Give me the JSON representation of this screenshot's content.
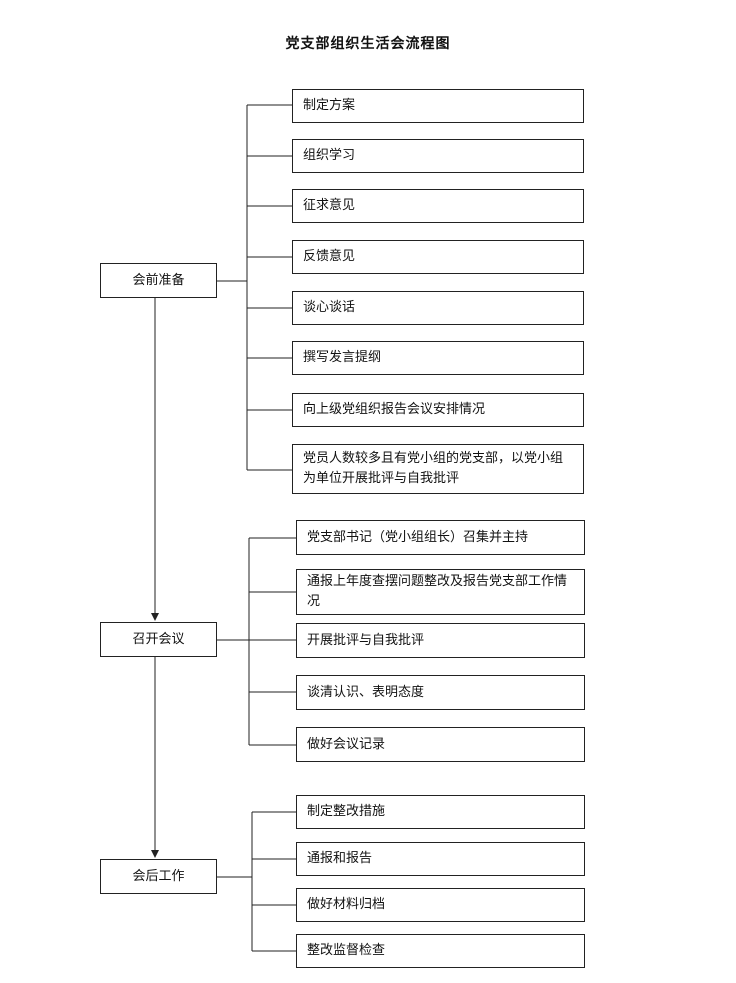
{
  "title": "党支部组织生活会流程图",
  "stages": [
    {
      "label": "会前准备",
      "steps": [
        "制定方案",
        "组织学习",
        "征求意见",
        "反馈意见",
        "谈心谈话",
        "撰写发言提纲",
        "向上级党组织报告会议安排情况",
        "党员人数较多且有党小组的党支部，以党小组为单位开展批评与自我批评"
      ]
    },
    {
      "label": "召开会议",
      "steps": [
        "党支部书记（党小组组长）召集并主持",
        "通报上年度查摆问题整改及报告党支部工作情况",
        "开展批评与自我批评",
        "谈清认识、表明态度",
        "做好会议记录"
      ]
    },
    {
      "label": "会后工作",
      "steps": [
        "制定整改措施",
        "通报和报告",
        "做好材料归档",
        "整改监督检查"
      ]
    }
  ]
}
